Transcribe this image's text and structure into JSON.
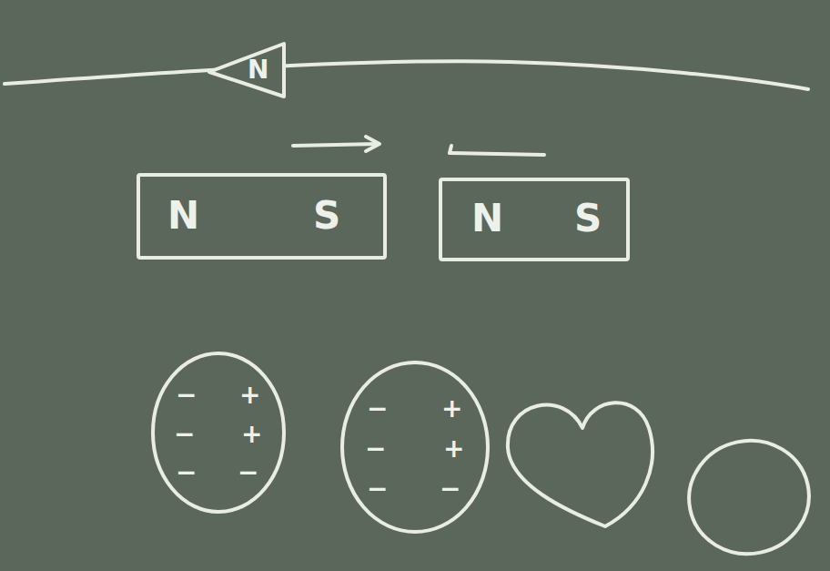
{
  "diagram": {
    "nodes": [
      {
        "text": [
          "N"
        ]
      },
      {
        "text": [
          "N",
          "S"
        ]
      },
      {
        "text": [
          "N",
          "S"
        ]
      },
      {
        "text": [
          "−",
          "−",
          "−",
          "+",
          "+",
          "−"
        ]
      },
      {
        "text": [
          "−",
          "−",
          "−",
          "+",
          "+",
          "−"
        ]
      }
    ]
  }
}
